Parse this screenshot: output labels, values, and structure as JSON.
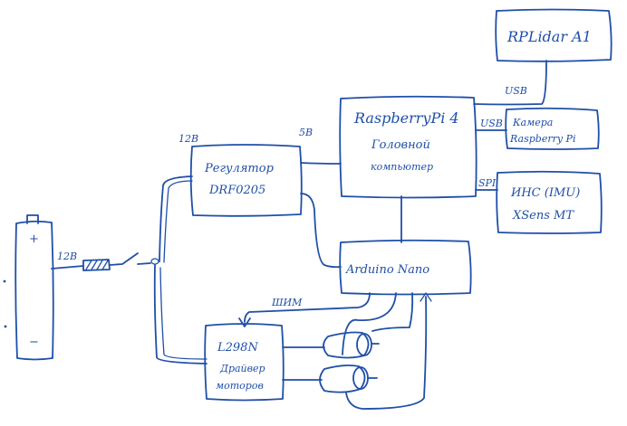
{
  "rplidar": {
    "label": "RPLidar A1"
  },
  "raspberry": {
    "title": "RaspberryPi 4",
    "line2": "Головной",
    "line3": "компьютер"
  },
  "camera": {
    "line1": "Камера",
    "line2": "Raspberry Pi"
  },
  "imu": {
    "line1": "ИНС (IMU)",
    "line2": "XSens MT"
  },
  "regulator": {
    "line1": "Регулятор",
    "line2": "DRF0205"
  },
  "arduino": {
    "label": "Arduino Nano"
  },
  "driver": {
    "line1": "L298N",
    "line2": "Драйвер",
    "line3": "моторов"
  },
  "labels": {
    "usb_lidar": "USB",
    "usb_camera": "USB",
    "spi": "SPI",
    "v12_reg": "12В",
    "v5": "5В",
    "v12_batt": "12В",
    "pwm": "ШИМ"
  },
  "battery": {
    "plus": "+",
    "minus": "−"
  },
  "colors": {
    "ink": "#1f4fa8",
    "background": "#ffffff"
  }
}
